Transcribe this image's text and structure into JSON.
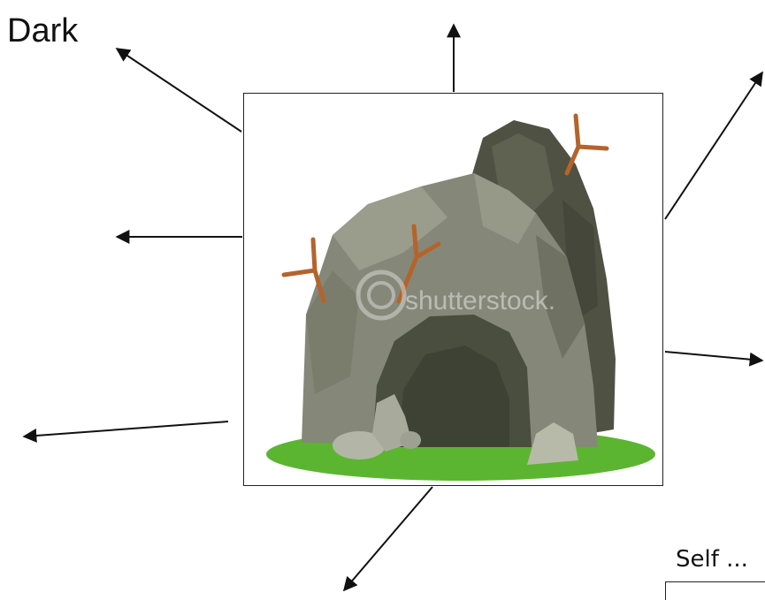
{
  "labels": {
    "dark": "Dark",
    "self": "Self ..."
  },
  "image": {
    "watermark": "shutterstock.",
    "subject": "cave-illustration"
  },
  "colors": {
    "rock_light": "#8a8d7c",
    "rock_mid": "#737664",
    "rock_dark": "#555849",
    "cave_mouth": "#4a4e3e",
    "grass": "#5cb531",
    "branch": "#b4642b",
    "stroke": "#111111"
  }
}
